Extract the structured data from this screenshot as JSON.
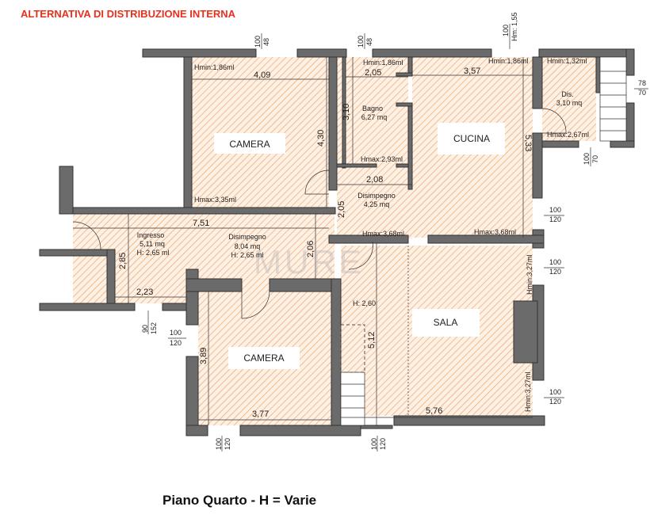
{
  "title": "ALTERNATIVA DI DISTRIBUZIONE INTERNA",
  "subtitle": "Piano Quarto - H = Varie",
  "watermark": "MURE",
  "colors": {
    "title": "#e8301c",
    "hatch": "#f0a060",
    "wall": "#6b6b6b",
    "floor": "#fdf0e4"
  },
  "rooms": {
    "camera1": {
      "name": "CAMERA",
      "hmin": "Hmin:1,86ml",
      "hmax": "Hmax:3,35ml",
      "width": "4,09",
      "depth": "4,30"
    },
    "bagno": {
      "name": "Bagno",
      "area": "6,27 mq",
      "hmin": "Hmin:1,86ml",
      "hmax": "Hmax:2,93ml",
      "width": "2,05",
      "depth": "3,10"
    },
    "cucina": {
      "name": "CUCINA",
      "hmin": "Hmin:1,86ml",
      "hmax": "Hmax:3,68ml",
      "width": "3,57",
      "depth": "5,33"
    },
    "dis": {
      "name": "Dis.",
      "area": "3,10 mq",
      "hmin": "Hmin:1,32ml",
      "hmax": "Hmax:2,67ml"
    },
    "disimpegno1": {
      "name": "Disimpegno",
      "area": "4,25 mq",
      "hmax": "Hmax:3,68ml",
      "width": "2,08",
      "depth": "2,05"
    },
    "ingresso": {
      "name": "Ingresso",
      "area": "5,11 mq",
      "height": "H: 2,65 ml",
      "depth": "2,85",
      "width": "2,23"
    },
    "disimpegno2": {
      "name": "Disimpegno",
      "area": "8,04 mq",
      "height": "H: 2,65 ml",
      "width": "7,51",
      "depth": "2,06"
    },
    "camera2": {
      "name": "CAMERA",
      "width": "3,77",
      "depth": "3,89"
    },
    "sala": {
      "name": "SALA",
      "height": "H: 2,60",
      "width": "5,76",
      "depth": "5,12",
      "hmin1": "Hmin:3,27ml",
      "hmin2": "Hmin:3,27ml"
    }
  },
  "windows": {
    "w1": [
      "100",
      "48"
    ],
    "w2": [
      "100",
      "48"
    ],
    "w3": [
      "100",
      "Hm: 1,55"
    ],
    "w4": [
      "78",
      "70"
    ],
    "w5": [
      "100",
      "70"
    ],
    "w6": [
      "100",
      "120"
    ],
    "w7": [
      "100",
      "120"
    ],
    "w8": [
      "100",
      "120"
    ],
    "w9": [
      "90",
      "152"
    ],
    "w10": [
      "100",
      "120"
    ],
    "w11": [
      "100",
      "120"
    ],
    "w12": [
      "100",
      "120"
    ]
  }
}
